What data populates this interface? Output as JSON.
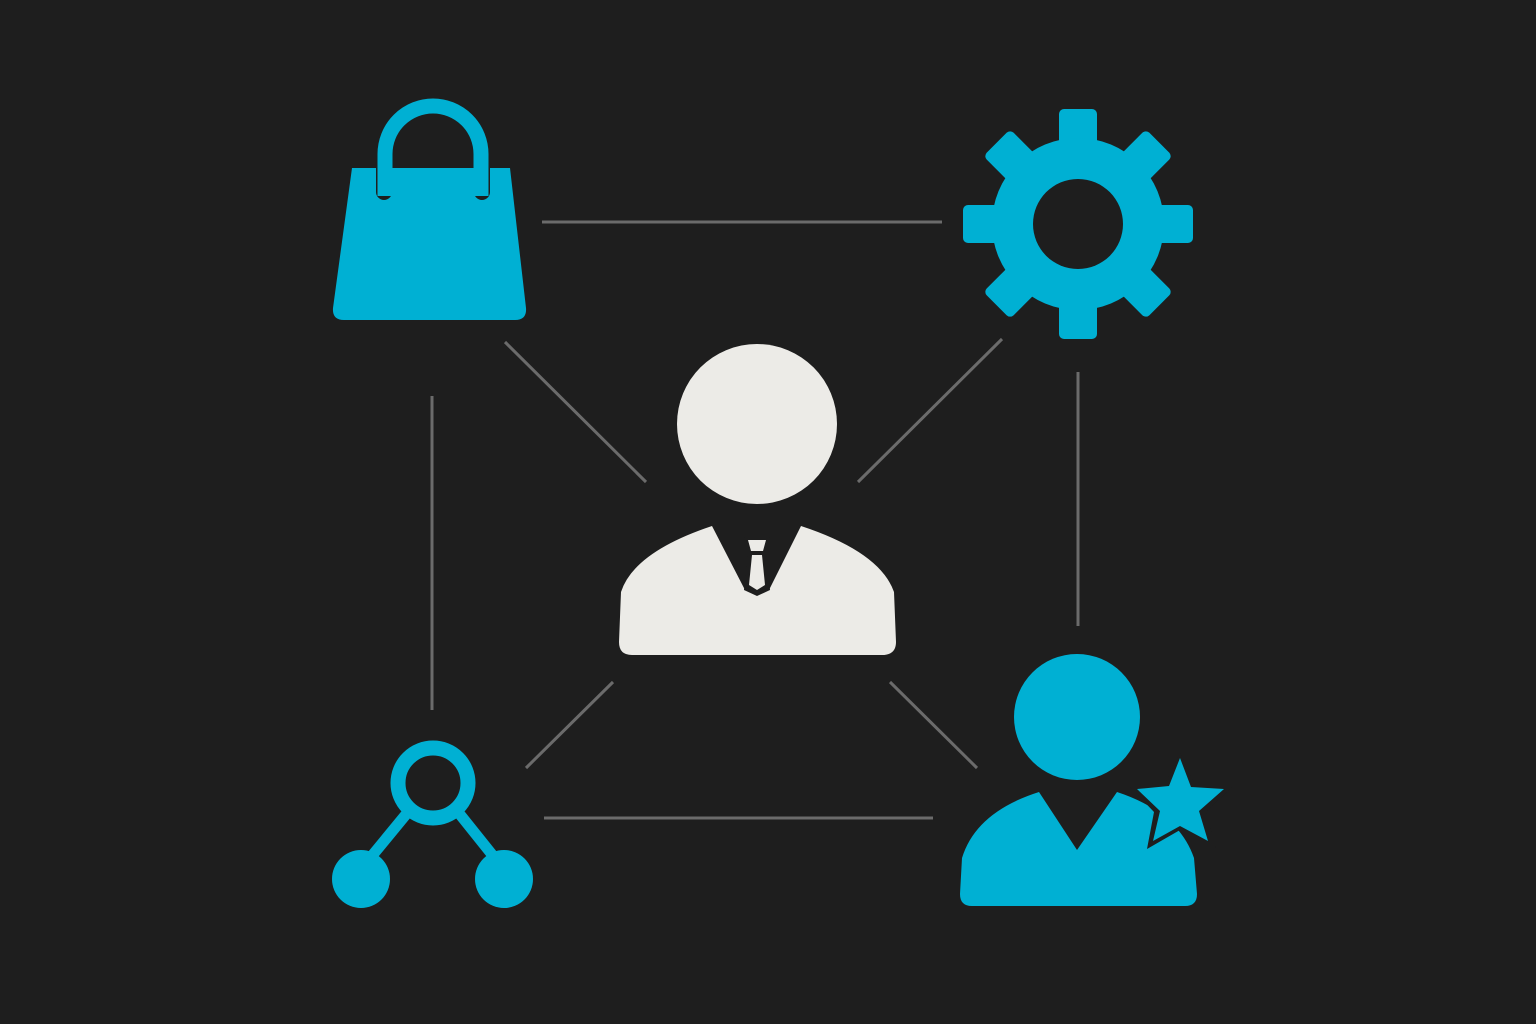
{
  "diagram": {
    "background_color": "#1e1e1e",
    "accent_color": "#00b0d3",
    "center_color": "#ecebe7",
    "connector_color": "#6b6b6b",
    "nodes": [
      {
        "id": "center",
        "icon": "businessman-icon",
        "color": "#ecebe7"
      },
      {
        "id": "top-left",
        "icon": "shopping-bag-icon",
        "color": "#00b0d3"
      },
      {
        "id": "top-right",
        "icon": "gear-icon",
        "color": "#00b0d3"
      },
      {
        "id": "bottom-left",
        "icon": "share-network-icon",
        "color": "#00b0d3"
      },
      {
        "id": "bottom-right",
        "icon": "user-star-icon",
        "color": "#00b0d3"
      }
    ],
    "edges": [
      {
        "from": "top-left",
        "to": "top-right"
      },
      {
        "from": "top-right",
        "to": "bottom-right"
      },
      {
        "from": "bottom-left",
        "to": "bottom-right"
      },
      {
        "from": "top-left",
        "to": "bottom-left"
      },
      {
        "from": "center",
        "to": "top-left"
      },
      {
        "from": "center",
        "to": "top-right"
      },
      {
        "from": "center",
        "to": "bottom-left"
      },
      {
        "from": "center",
        "to": "bottom-right"
      }
    ]
  }
}
